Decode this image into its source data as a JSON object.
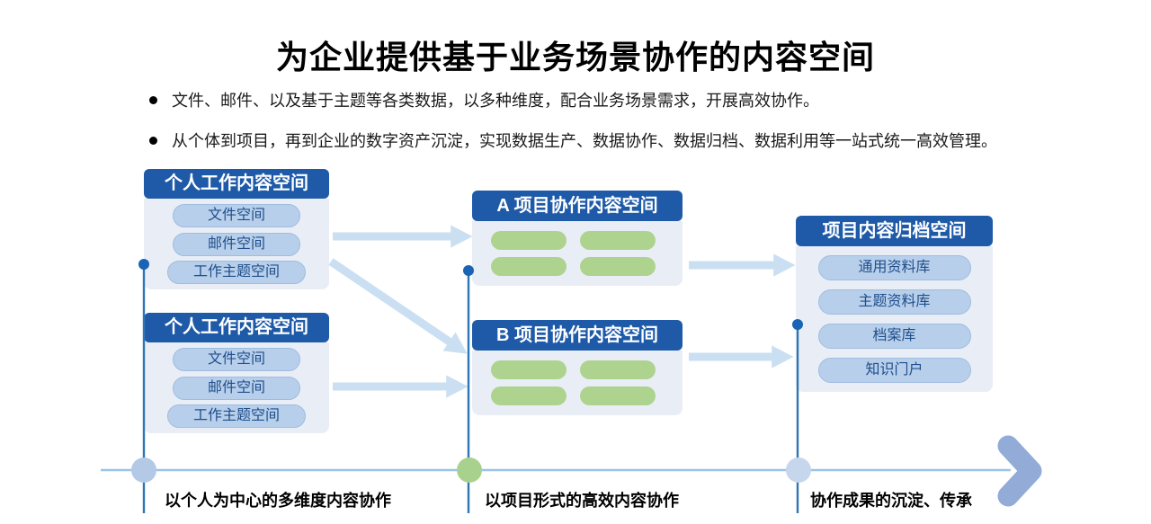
{
  "title": "为企业提供基于业务场景协作的内容空间",
  "bullets": [
    "文件、邮件、以及基于主题等各类数据，以多种维度，配合业务场景需求，开展高效协作。",
    "从个体到项目，再到企业的数字资产沉淀，实现数据生产、数据协作、数据归档、数据利用等一站式统一高效管理。"
  ],
  "diagram": {
    "personal_space_1": {
      "header": "个人工作内容空间",
      "items": [
        "文件空间",
        "邮件空间",
        "工作主题空间"
      ]
    },
    "personal_space_2": {
      "header": "个人工作内容空间",
      "items": [
        "文件空间",
        "邮件空间",
        "工作主题空间"
      ]
    },
    "project_space_a": {
      "header": "A 项目协作内容空间",
      "placeholder_count": 4
    },
    "project_space_b": {
      "header": "B 项目协作内容空间",
      "placeholder_count": 4
    },
    "archive_space": {
      "header": "项目内容归档空间",
      "items": [
        "通用资料库",
        "主题资料库",
        "档案库",
        "知识门户"
      ]
    },
    "timeline_labels": [
      "以个人为中心的多维度内容协作",
      "以项目形式的高效内容协作",
      "协作成果的沉淀、传承"
    ]
  },
  "colors": {
    "header_blue": "#1e5aa8",
    "box_body": "#e9eef6",
    "pill_blue": "#b7cfea",
    "pill_border": "#9fbcdf",
    "pill_text": "#1f4e8c",
    "green_pill": "#aed38f",
    "arrow_blue": "#cadff2",
    "connector_blue": "#2e75b6",
    "timeline_blue": "#9cc3e8",
    "node_dot_blue": "#1b63b5",
    "circle_blue_1": "#b3c9e6",
    "circle_green": "#a9d18e",
    "circle_blue_2": "#c6d6ed",
    "chevron_blue": "#92abd7"
  }
}
